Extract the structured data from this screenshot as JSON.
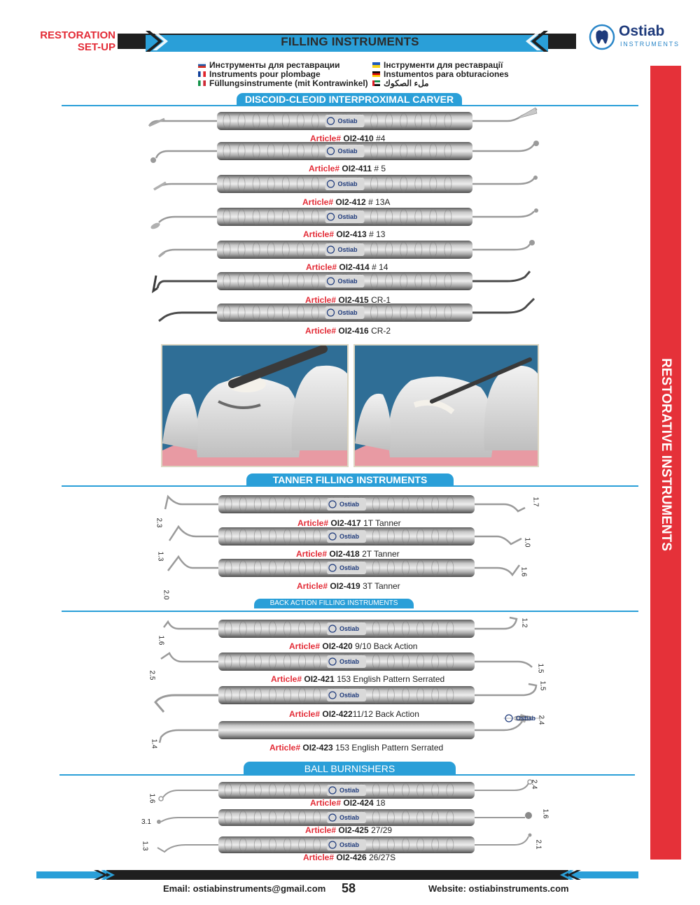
{
  "header": {
    "category_line1": "RESTORATION",
    "category_line2": "SET-UP",
    "title": "FILLING INSTRUMENTS",
    "brand": "Ostiab",
    "brand_sub": "INSTRUMENTS",
    "colors": {
      "accent_red": "#e32b36",
      "accent_blue": "#2a9fd8",
      "dark": "#1f1f1f"
    }
  },
  "languages": [
    {
      "flag": "russia-flag-icon",
      "text": "Инструменты для реставрации"
    },
    {
      "flag": "france-flag-icon",
      "text": "Instruments pour plombage"
    },
    {
      "flag": "italy-flag-icon",
      "text": "Füllungsinstrumente (mit Kontrawinkel)"
    },
    {
      "flag": "ukraine-flag-icon",
      "text": "Інструменти для реставрації"
    },
    {
      "flag": "germany-flag-icon",
      "text": "Instumentos para obturaciones"
    },
    {
      "flag": "uae-flag-icon",
      "text": "ملء الصكوك"
    }
  ],
  "side_banner": "RESTORATIVE INSTRUMENTS",
  "article_label": "Article#",
  "handle_brand": "Ostiab",
  "sections": {
    "discoid": {
      "title": "DISCOID-CLEOID INTERPROXIMAL CARVER",
      "items": [
        {
          "code": "OI2-410",
          "desc": "#4"
        },
        {
          "code": "OI2-411",
          "desc": "# 5"
        },
        {
          "code": "OI2-412",
          "desc": " # 13A"
        },
        {
          "code": "OI2-413",
          "desc": "# 13"
        },
        {
          "code": "OI2-414",
          "desc": "# 14"
        },
        {
          "code": "OI2-415",
          "desc": "CR-1"
        },
        {
          "code": "OI2-416",
          "desc": "CR-2"
        }
      ]
    },
    "tanner": {
      "title": "TANNER FILLING INSTRUMENTS",
      "items": [
        {
          "code": "OI2-417",
          "desc": "1T Tanner",
          "left": "2.3",
          "right": "1.7"
        },
        {
          "code": "OI2-418",
          "desc": "2T Tanner",
          "left": "1.3",
          "right": "1.0"
        },
        {
          "code": "OI2-419",
          "desc": "3T Tanner",
          "left": "2.0",
          "right": "1.6"
        }
      ]
    },
    "back_action": {
      "title": "BACK ACTION FILLING INSTRUMENTS",
      "items": [
        {
          "code": "OI2-420",
          "desc": "9/10 Back Action",
          "left": "1.6",
          "right": "1.2"
        },
        {
          "code": "OI2-421",
          "desc": "153 English Pattern Serrated",
          "left": "2.5",
          "right": "1.5"
        },
        {
          "code": "OI2-422",
          "desc": "11/12 Back Action",
          "left": "",
          "right": "1.5"
        },
        {
          "code": "OI2-423",
          "desc": "153 English Pattern Serrated",
          "left": "1.4",
          "right": "2.4"
        }
      ]
    },
    "ball": {
      "title": "BALL BURNISHERS",
      "items": [
        {
          "code": "OI2-424",
          "desc": "18",
          "left": "1.6",
          "right": "2.4"
        },
        {
          "code": "OI2-425",
          "desc": "27/29",
          "left": "3.1",
          "right": "1.6"
        },
        {
          "code": "OI2-426",
          "desc": "26/27S",
          "left": "1.3",
          "right": "2.1"
        }
      ]
    }
  },
  "footer": {
    "email": "Email: ostiabinstruments@gmail.com",
    "page": "58",
    "website": "Website: ostiabinstruments.com"
  }
}
